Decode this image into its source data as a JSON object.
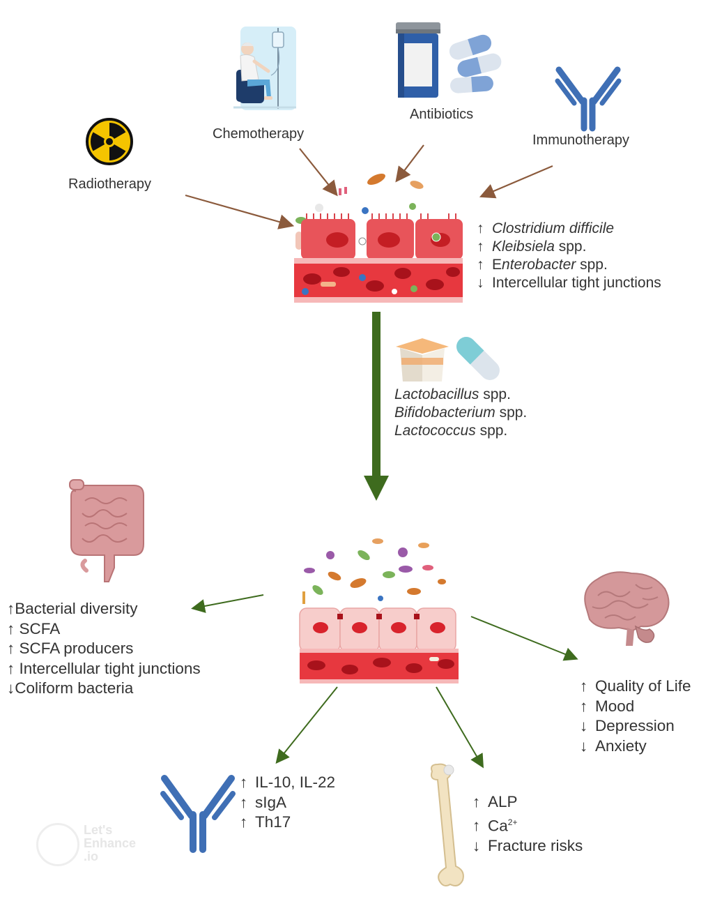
{
  "treatments": {
    "radiotherapy": "Radiotherapy",
    "chemotherapy": "Chemotherapy",
    "antibiotics": "Antibiotics",
    "immunotherapy": "Immunotherapy"
  },
  "dysbiosis_effects": [
    {
      "arrow": "↑",
      "italic": "Clostridium difficile",
      "rest": ""
    },
    {
      "arrow": "↑",
      "italic": "Kleibsiela",
      "rest": " spp."
    },
    {
      "arrow": "↑",
      "plain": "E",
      "italic": "nterobacter",
      "rest": " spp."
    },
    {
      "arrow": "↓",
      "italic": "",
      "rest": "Intercellular tight  junctions"
    }
  ],
  "probiotics": [
    {
      "italic": "Lactobacillus",
      "rest": " spp."
    },
    {
      "italic": "Bifidobacterium",
      "rest": " spp."
    },
    {
      "italic": "Lactococcus",
      "rest": " spp."
    }
  ],
  "gut_effects": [
    {
      "arrow": "↑",
      "text": "Bacterial diversity"
    },
    {
      "arrow": "↑",
      "text": " SCFA"
    },
    {
      "arrow": "↑",
      "text": " SCFA producers"
    },
    {
      "arrow": "↑",
      "text": " Intercellular tight junctions"
    },
    {
      "arrow": "↓",
      "text": "Coliform bacteria"
    }
  ],
  "brain_effects": [
    {
      "arrow": "↑",
      "text": "Quality of Life"
    },
    {
      "arrow": "↑",
      "text": "Mood"
    },
    {
      "arrow": "↓",
      "text": "Depression"
    },
    {
      "arrow": "↓",
      "text": "Anxiety"
    }
  ],
  "immune_effects": [
    {
      "arrow": "↑",
      "text": "IL-10, IL-22"
    },
    {
      "arrow": "↑",
      "text": "sIgA"
    },
    {
      "arrow": "↑",
      "text": "Th17"
    }
  ],
  "bone_effects": [
    {
      "arrow": "↑",
      "text": "ALP"
    },
    {
      "arrow": "↑",
      "text": "Ca",
      "sup": "2+"
    },
    {
      "arrow": "↓",
      "text": "Fracture risks"
    }
  ],
  "watermark": {
    "line1": "Let's",
    "line2": "Enhance",
    "line3": ".io"
  },
  "colors": {
    "brown_arrow": "#8B5A3C",
    "green_arrow": "#3E6B1E",
    "antibody_blue": "#3F6FB5",
    "cell_red": "#E8545A",
    "blood_red": "#C8202A",
    "intestine_pink": "#D99A9C",
    "brain_pink": "#D4989A"
  }
}
